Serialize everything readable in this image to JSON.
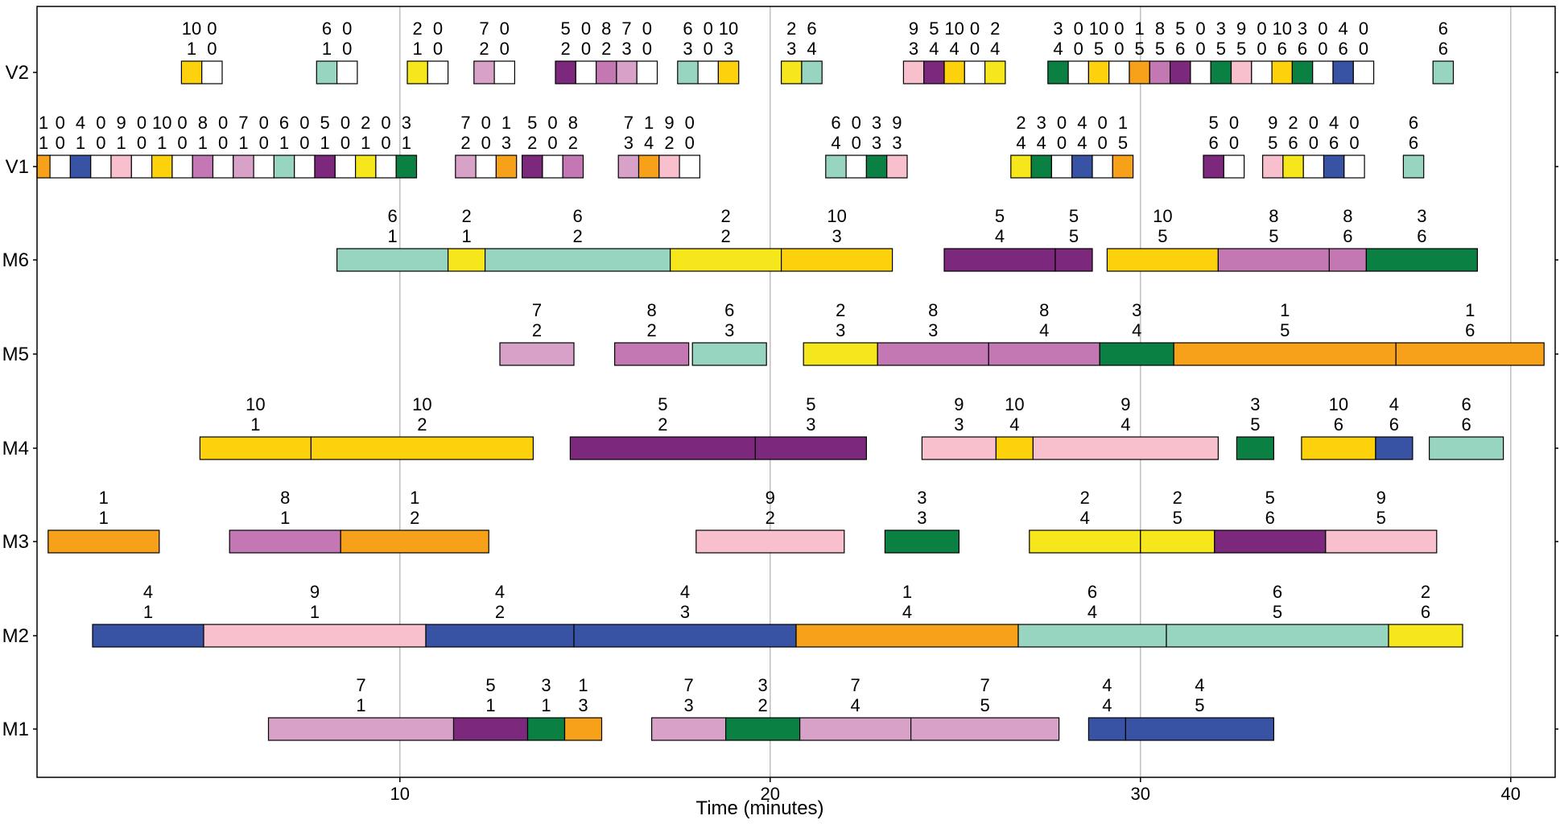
{
  "chart_data": {
    "type": "gantt",
    "xlabel": "Time (minutes)",
    "xlim": [
      0.2,
      41.2
    ],
    "xticks": [
      10,
      20,
      30,
      40
    ],
    "grid": "vertical at major ticks",
    "colors": {
      "1": "#F7A11A",
      "2": "#F6E71C",
      "3": "#0B8043",
      "4": "#3953A4",
      "5": "#7C287D",
      "6": "#98D5C0",
      "7": "#D7A1C8",
      "8": "#C377B3",
      "9": "#F8BFCC",
      "10": "#FDD20C",
      "0": "#FFFFFF"
    },
    "rows": [
      {
        "name": "V2",
        "tasks": [
          {
            "s": 4.1,
            "e": 4.65,
            "job": "10",
            "op": "1"
          },
          {
            "s": 4.65,
            "e": 5.2,
            "job": "0",
            "op": "0"
          },
          {
            "s": 7.75,
            "e": 8.3,
            "job": "6",
            "op": "1"
          },
          {
            "s": 8.3,
            "e": 8.85,
            "job": "0",
            "op": "0"
          },
          {
            "s": 10.2,
            "e": 10.75,
            "job": "2",
            "op": "1"
          },
          {
            "s": 10.75,
            "e": 11.3,
            "job": "0",
            "op": "0"
          },
          {
            "s": 12.0,
            "e": 12.55,
            "job": "7",
            "op": "2"
          },
          {
            "s": 12.55,
            "e": 13.1,
            "job": "0",
            "op": "0"
          },
          {
            "s": 14.2,
            "e": 14.75,
            "job": "5",
            "op": "2"
          },
          {
            "s": 14.75,
            "e": 15.3,
            "job": "0",
            "op": "0"
          },
          {
            "s": 15.3,
            "e": 15.85,
            "job": "8",
            "op": "2"
          },
          {
            "s": 15.85,
            "e": 16.4,
            "job": "7",
            "op": "3"
          },
          {
            "s": 16.4,
            "e": 16.95,
            "job": "0",
            "op": "0"
          },
          {
            "s": 17.5,
            "e": 18.05,
            "job": "6",
            "op": "3"
          },
          {
            "s": 18.05,
            "e": 18.6,
            "job": "0",
            "op": "0"
          },
          {
            "s": 18.6,
            "e": 19.15,
            "job": "10",
            "op": "3"
          },
          {
            "s": 20.3,
            "e": 20.85,
            "job": "2",
            "op": "3"
          },
          {
            "s": 20.85,
            "e": 21.4,
            "job": "6",
            "op": "4"
          },
          {
            "s": 23.6,
            "e": 24.15,
            "job": "9",
            "op": "3"
          },
          {
            "s": 24.15,
            "e": 24.7,
            "job": "5",
            "op": "4"
          },
          {
            "s": 24.7,
            "e": 25.25,
            "job": "10",
            "op": "4"
          },
          {
            "s": 25.25,
            "e": 25.8,
            "job": "0",
            "op": "0"
          },
          {
            "s": 25.8,
            "e": 26.35,
            "job": "2",
            "op": "4"
          },
          {
            "s": 27.5,
            "e": 28.05,
            "job": "3",
            "op": "4"
          },
          {
            "s": 28.05,
            "e": 28.6,
            "job": "0",
            "op": "0"
          },
          {
            "s": 28.6,
            "e": 29.15,
            "job": "10",
            "op": "5"
          },
          {
            "s": 29.15,
            "e": 29.7,
            "job": "0",
            "op": "0"
          },
          {
            "s": 29.7,
            "e": 30.25,
            "job": "1",
            "op": "5"
          },
          {
            "s": 30.25,
            "e": 30.8,
            "job": "8",
            "op": "5"
          },
          {
            "s": 30.8,
            "e": 31.35,
            "job": "5",
            "op": "6"
          },
          {
            "s": 31.35,
            "e": 31.9,
            "job": "0",
            "op": "0"
          },
          {
            "s": 31.9,
            "e": 32.45,
            "job": "3",
            "op": "5"
          },
          {
            "s": 32.45,
            "e": 33.0,
            "job": "9",
            "op": "5"
          },
          {
            "s": 33.0,
            "e": 33.55,
            "job": "0",
            "op": "0"
          },
          {
            "s": 33.55,
            "e": 34.1,
            "job": "10",
            "op": "6"
          },
          {
            "s": 34.1,
            "e": 34.65,
            "job": "3",
            "op": "6"
          },
          {
            "s": 34.65,
            "e": 35.2,
            "job": "0",
            "op": "0"
          },
          {
            "s": 35.2,
            "e": 35.75,
            "job": "4",
            "op": "6"
          },
          {
            "s": 35.75,
            "e": 36.3,
            "job": "0",
            "op": "0"
          },
          {
            "s": 37.9,
            "e": 38.45,
            "job": "6",
            "op": "6"
          }
        ]
      },
      {
        "name": "V1",
        "tasks": [
          {
            "s": 0.2,
            "e": 0.55,
            "job": "1",
            "op": "1"
          },
          {
            "s": 0.55,
            "e": 1.1,
            "job": "0",
            "op": "0"
          },
          {
            "s": 1.1,
            "e": 1.65,
            "job": "4",
            "op": "1"
          },
          {
            "s": 1.65,
            "e": 2.2,
            "job": "0",
            "op": "0"
          },
          {
            "s": 2.2,
            "e": 2.75,
            "job": "9",
            "op": "1"
          },
          {
            "s": 2.75,
            "e": 3.3,
            "job": "0",
            "op": "0"
          },
          {
            "s": 3.3,
            "e": 3.85,
            "job": "10",
            "op": "1"
          },
          {
            "s": 3.85,
            "e": 4.4,
            "job": "0",
            "op": "0"
          },
          {
            "s": 4.4,
            "e": 4.95,
            "job": "8",
            "op": "1"
          },
          {
            "s": 4.95,
            "e": 5.5,
            "job": "0",
            "op": "0"
          },
          {
            "s": 5.5,
            "e": 6.05,
            "job": "7",
            "op": "1"
          },
          {
            "s": 6.05,
            "e": 6.6,
            "job": "0",
            "op": "0"
          },
          {
            "s": 6.6,
            "e": 7.15,
            "job": "6",
            "op": "1"
          },
          {
            "s": 7.15,
            "e": 7.7,
            "job": "0",
            "op": "0"
          },
          {
            "s": 7.7,
            "e": 8.25,
            "job": "5",
            "op": "1"
          },
          {
            "s": 8.25,
            "e": 8.8,
            "job": "0",
            "op": "0"
          },
          {
            "s": 8.8,
            "e": 9.35,
            "job": "2",
            "op": "1"
          },
          {
            "s": 9.35,
            "e": 9.9,
            "job": "0",
            "op": "0"
          },
          {
            "s": 9.9,
            "e": 10.45,
            "job": "3",
            "op": "1"
          },
          {
            "s": 11.5,
            "e": 12.05,
            "job": "7",
            "op": "2"
          },
          {
            "s": 12.05,
            "e": 12.6,
            "job": "0",
            "op": "0"
          },
          {
            "s": 12.6,
            "e": 13.15,
            "job": "1",
            "op": "3"
          },
          {
            "s": 13.3,
            "e": 13.85,
            "job": "5",
            "op": "2"
          },
          {
            "s": 13.85,
            "e": 14.4,
            "job": "0",
            "op": "0"
          },
          {
            "s": 14.4,
            "e": 14.95,
            "job": "8",
            "op": "2"
          },
          {
            "s": 15.9,
            "e": 16.45,
            "job": "7",
            "op": "3"
          },
          {
            "s": 16.45,
            "e": 17.0,
            "job": "1",
            "op": "4"
          },
          {
            "s": 17.0,
            "e": 17.55,
            "job": "9",
            "op": "2"
          },
          {
            "s": 17.55,
            "e": 18.1,
            "job": "0",
            "op": "0"
          },
          {
            "s": 21.5,
            "e": 22.05,
            "job": "6",
            "op": "4"
          },
          {
            "s": 22.05,
            "e": 22.6,
            "job": "0",
            "op": "0"
          },
          {
            "s": 22.6,
            "e": 23.15,
            "job": "3",
            "op": "3"
          },
          {
            "s": 23.15,
            "e": 23.7,
            "job": "9",
            "op": "3"
          },
          {
            "s": 26.5,
            "e": 27.05,
            "job": "2",
            "op": "4"
          },
          {
            "s": 27.05,
            "e": 27.6,
            "job": "3",
            "op": "4"
          },
          {
            "s": 27.6,
            "e": 28.15,
            "job": "0",
            "op": "0"
          },
          {
            "s": 28.15,
            "e": 28.7,
            "job": "4",
            "op": "4"
          },
          {
            "s": 28.7,
            "e": 29.25,
            "job": "0",
            "op": "0"
          },
          {
            "s": 29.25,
            "e": 29.8,
            "job": "1",
            "op": "5"
          },
          {
            "s": 31.7,
            "e": 32.25,
            "job": "5",
            "op": "6"
          },
          {
            "s": 32.25,
            "e": 32.8,
            "job": "0",
            "op": "0"
          },
          {
            "s": 33.3,
            "e": 33.85,
            "job": "9",
            "op": "5"
          },
          {
            "s": 33.85,
            "e": 34.4,
            "job": "2",
            "op": "6"
          },
          {
            "s": 34.4,
            "e": 34.95,
            "job": "0",
            "op": "0"
          },
          {
            "s": 34.95,
            "e": 35.5,
            "job": "4",
            "op": "6"
          },
          {
            "s": 35.5,
            "e": 36.05,
            "job": "0",
            "op": "0"
          },
          {
            "s": 37.1,
            "e": 37.65,
            "job": "6",
            "op": "6"
          }
        ]
      },
      {
        "name": "M6",
        "tasks": [
          {
            "s": 8.3,
            "e": 11.3,
            "job": "6",
            "op": "1"
          },
          {
            "s": 11.3,
            "e": 12.3,
            "job": "2",
            "op": "1"
          },
          {
            "s": 12.3,
            "e": 17.3,
            "job": "6",
            "op": "2"
          },
          {
            "s": 17.3,
            "e": 20.3,
            "job": "2",
            "op": "2"
          },
          {
            "s": 20.3,
            "e": 23.3,
            "job": "10",
            "op": "3"
          },
          {
            "s": 24.7,
            "e": 27.7,
            "job": "5",
            "op": "4"
          },
          {
            "s": 27.7,
            "e": 28.7,
            "job": "5",
            "op": "5"
          },
          {
            "s": 29.1,
            "e": 32.1,
            "job": "10",
            "op": "5"
          },
          {
            "s": 32.1,
            "e": 35.1,
            "job": "8",
            "op": "5"
          },
          {
            "s": 35.1,
            "e": 36.1,
            "job": "8",
            "op": "6"
          },
          {
            "s": 36.1,
            "e": 39.1,
            "job": "3",
            "op": "6"
          }
        ]
      },
      {
        "name": "M5",
        "tasks": [
          {
            "s": 12.7,
            "e": 14.7,
            "job": "7",
            "op": "2"
          },
          {
            "s": 15.8,
            "e": 17.8,
            "job": "8",
            "op": "2"
          },
          {
            "s": 17.9,
            "e": 19.9,
            "job": "6",
            "op": "3"
          },
          {
            "s": 20.9,
            "e": 22.9,
            "job": "2",
            "op": "3"
          },
          {
            "s": 22.9,
            "e": 25.9,
            "job": "8",
            "op": "3"
          },
          {
            "s": 25.9,
            "e": 28.9,
            "job": "8",
            "op": "4"
          },
          {
            "s": 28.9,
            "e": 30.9,
            "job": "3",
            "op": "4"
          },
          {
            "s": 30.9,
            "e": 36.9,
            "job": "1",
            "op": "5"
          },
          {
            "s": 36.9,
            "e": 40.9,
            "job": "1",
            "op": "6"
          }
        ]
      },
      {
        "name": "M4",
        "tasks": [
          {
            "s": 4.6,
            "e": 7.6,
            "job": "10",
            "op": "1"
          },
          {
            "s": 7.6,
            "e": 13.6,
            "job": "10",
            "op": "2"
          },
          {
            "s": 14.6,
            "e": 19.6,
            "job": "5",
            "op": "2"
          },
          {
            "s": 19.6,
            "e": 22.6,
            "job": "5",
            "op": "3"
          },
          {
            "s": 24.1,
            "e": 26.1,
            "job": "9",
            "op": "3"
          },
          {
            "s": 26.1,
            "e": 27.1,
            "job": "10",
            "op": "4"
          },
          {
            "s": 27.1,
            "e": 32.1,
            "job": "9",
            "op": "4"
          },
          {
            "s": 32.6,
            "e": 33.6,
            "job": "3",
            "op": "5"
          },
          {
            "s": 34.35,
            "e": 36.35,
            "job": "10",
            "op": "6"
          },
          {
            "s": 36.35,
            "e": 37.35,
            "job": "4",
            "op": "6"
          },
          {
            "s": 37.8,
            "e": 39.8,
            "job": "6",
            "op": "6"
          }
        ]
      },
      {
        "name": "M3",
        "tasks": [
          {
            "s": 0.5,
            "e": 3.5,
            "job": "1",
            "op": "1"
          },
          {
            "s": 5.4,
            "e": 8.4,
            "job": "8",
            "op": "1"
          },
          {
            "s": 8.4,
            "e": 12.4,
            "job": "1",
            "op": "2"
          },
          {
            "s": 18.0,
            "e": 22.0,
            "job": "9",
            "op": "2"
          },
          {
            "s": 23.1,
            "e": 25.1,
            "job": "3",
            "op": "3"
          },
          {
            "s": 27.0,
            "e": 30.0,
            "job": "2",
            "op": "4"
          },
          {
            "s": 30.0,
            "e": 32.0,
            "job": "2",
            "op": "5"
          },
          {
            "s": 32.0,
            "e": 35.0,
            "job": "5",
            "op": "6"
          },
          {
            "s": 35.0,
            "e": 38.0,
            "job": "9",
            "op": "5"
          }
        ]
      },
      {
        "name": "M2",
        "tasks": [
          {
            "s": 1.7,
            "e": 4.7,
            "job": "4",
            "op": "1"
          },
          {
            "s": 4.7,
            "e": 10.7,
            "job": "9",
            "op": "1"
          },
          {
            "s": 10.7,
            "e": 14.7,
            "job": "4",
            "op": "2"
          },
          {
            "s": 14.7,
            "e": 20.7,
            "job": "4",
            "op": "3"
          },
          {
            "s": 20.7,
            "e": 26.7,
            "job": "1",
            "op": "4"
          },
          {
            "s": 26.7,
            "e": 30.7,
            "job": "6",
            "op": "4"
          },
          {
            "s": 30.7,
            "e": 36.7,
            "job": "6",
            "op": "5"
          },
          {
            "s": 36.7,
            "e": 38.7,
            "job": "2",
            "op": "6"
          }
        ]
      },
      {
        "name": "M1",
        "tasks": [
          {
            "s": 6.45,
            "e": 11.45,
            "job": "7",
            "op": "1"
          },
          {
            "s": 11.45,
            "e": 13.45,
            "job": "5",
            "op": "1"
          },
          {
            "s": 13.45,
            "e": 14.45,
            "job": "3",
            "op": "1"
          },
          {
            "s": 14.45,
            "e": 15.45,
            "job": "1",
            "op": "3"
          },
          {
            "s": 16.8,
            "e": 18.8,
            "job": "7",
            "op": "3"
          },
          {
            "s": 18.8,
            "e": 20.8,
            "job": "3",
            "op": "2"
          },
          {
            "s": 20.8,
            "e": 23.8,
            "job": "7",
            "op": "4"
          },
          {
            "s": 23.8,
            "e": 27.8,
            "job": "7",
            "op": "5"
          },
          {
            "s": 28.6,
            "e": 29.6,
            "job": "4",
            "op": "4"
          },
          {
            "s": 29.6,
            "e": 33.6,
            "job": "4",
            "op": "5"
          }
        ]
      }
    ]
  }
}
